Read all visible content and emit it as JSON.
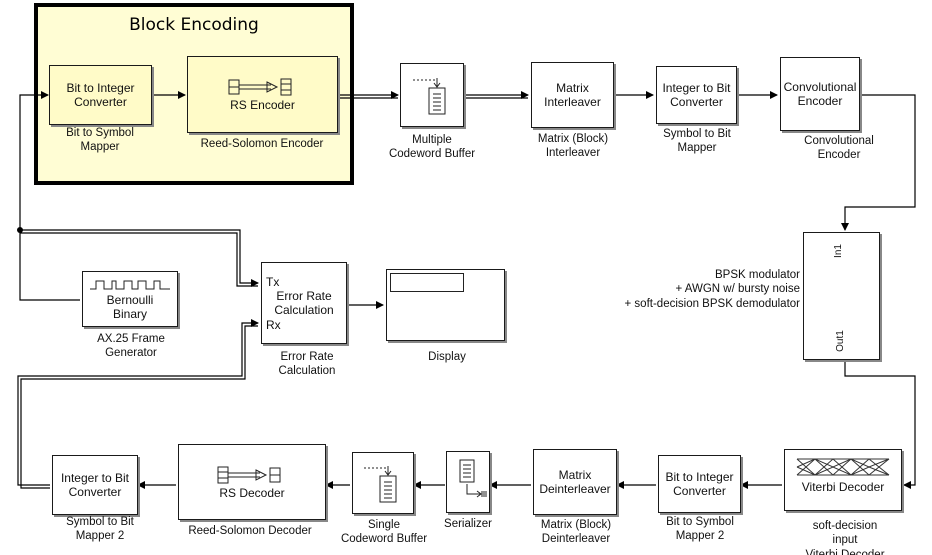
{
  "group": {
    "title": "Block Encoding"
  },
  "blocks": {
    "bit_to_int": {
      "label": "Bit to Integer\nConverter",
      "caption": "Bit to Symbol\nMapper"
    },
    "rs_encoder": {
      "label": "RS Encoder",
      "caption": "Reed-Solomon Encoder"
    },
    "multi_buffer": {
      "caption": "Multiple\nCodeword Buffer"
    },
    "interleaver": {
      "label": "Matrix\nInterleaver",
      "caption": "Matrix (Block)\nInterleaver"
    },
    "int_to_bit": {
      "label": "Integer to Bit\nConverter",
      "caption": "Symbol to Bit\nMapper"
    },
    "conv_encoder": {
      "label": "Convolutional\nEncoder",
      "caption": "Convolutional\nEncoder"
    },
    "bpsk": {
      "port_in": "In1",
      "port_out": "Out1",
      "caption": "BPSK modulator\n+ AWGN w/ bursty noise\n+ soft-decision BPSK demodulator"
    },
    "bernoulli": {
      "label": "Bernoulli\nBinary",
      "caption": "AX.25 Frame\nGenerator"
    },
    "error_rate": {
      "label": "Error Rate\nCalculation",
      "port_tx": "Tx",
      "port_rx": "Rx",
      "caption": "Error Rate\nCalculation"
    },
    "display": {
      "caption": "Display"
    },
    "int_to_bit2": {
      "label": "Integer to Bit\nConverter",
      "caption": "Symbol to Bit\nMapper 2"
    },
    "rs_decoder": {
      "label": "RS Decoder",
      "caption": "Reed-Solomon Decoder"
    },
    "single_buffer": {
      "caption": "Single\nCodeword Buffer"
    },
    "serializer": {
      "caption": "Serializer"
    },
    "deinterleaver": {
      "label": "Matrix\nDeinterleaver",
      "caption": "Matrix (Block)\nDeinterleaver"
    },
    "bit_to_int2": {
      "label": "Bit to Integer\nConverter",
      "caption": "Bit to Symbol\nMapper 2"
    },
    "viterbi": {
      "label": "Viterbi Decoder",
      "caption": "soft-decision input\nViterbi Decoder"
    }
  }
}
